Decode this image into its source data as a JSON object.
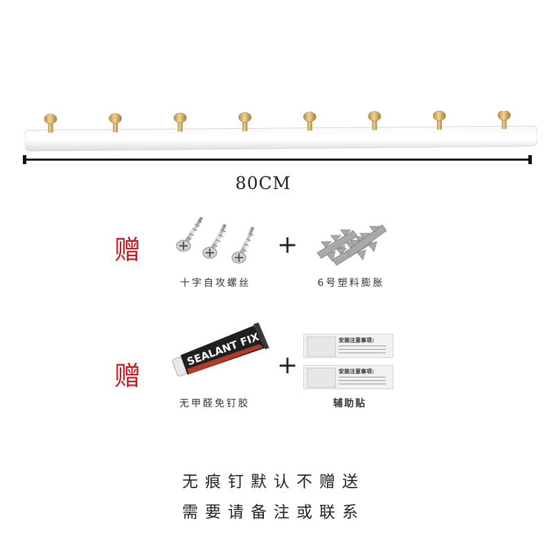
{
  "product": {
    "length_label": "80CM",
    "hook_count": 8,
    "colors": {
      "rail": "#ffffff",
      "hook": "#d9b26a",
      "gift_text": "#c8161d"
    }
  },
  "gifts": {
    "row1": {
      "gift_label": "赠",
      "plus": "+",
      "item1_caption": "十字自攻螺丝",
      "item2_caption": "6号塑料膨胀"
    },
    "row2": {
      "gift_label": "赠",
      "plus": "+",
      "tube_text": "SEALANT FIX",
      "item1_caption": "无甲醛免钉胶",
      "item2_caption": "辅助贴",
      "sticker_title": "安装注意事项:"
    }
  },
  "notice": {
    "line1": "无痕钉默认不赠送",
    "line2": "需要请备注或联系"
  }
}
